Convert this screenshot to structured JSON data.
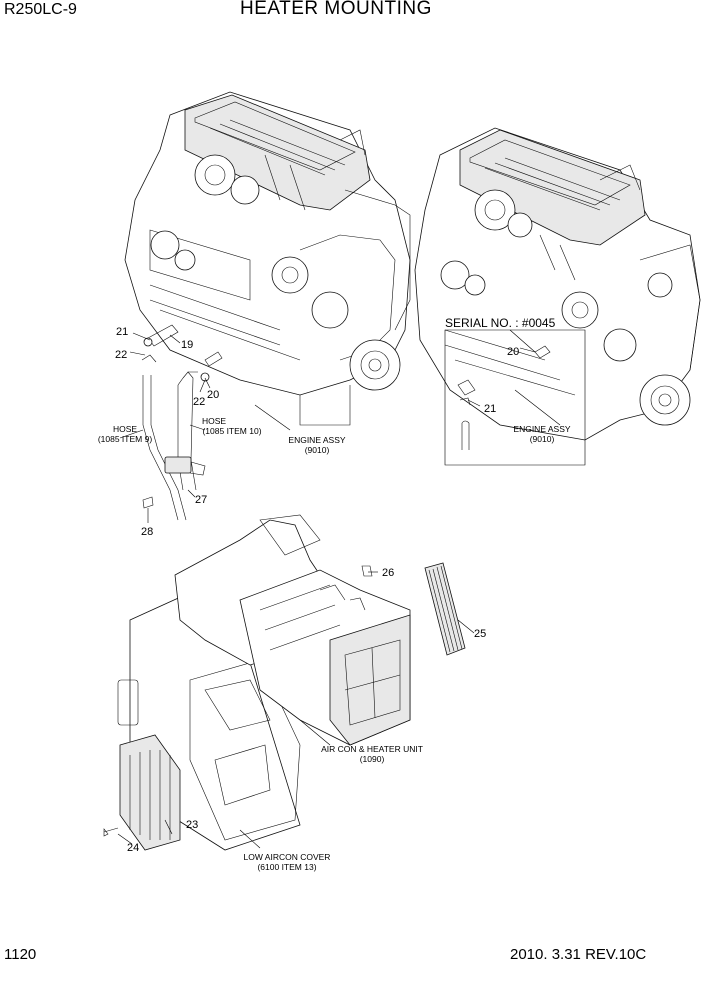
{
  "header": {
    "model": "R250LC-9",
    "title": "HEATER MOUNTING"
  },
  "footer": {
    "page": "1120",
    "date_rev": "2010. 3.31  REV.10C"
  },
  "callouts": {
    "c19": "19",
    "c20a": "20",
    "c20b": "20",
    "c21a": "21",
    "c21b": "21",
    "c22a": "22",
    "c22b": "22",
    "c23": "23",
    "c24": "24",
    "c25": "25",
    "c26": "26",
    "c27": "27",
    "c28": "28"
  },
  "labels": {
    "serial_no": "SERIAL NO. : #0045",
    "hose1_line1": "HOSE",
    "hose1_line2": "(1085 ITEM 9)",
    "hose2_line1": "HOSE",
    "hose2_line2": "(1085 ITEM 10)",
    "engine1_line1": "ENGINE ASSY",
    "engine1_line2": "(9010)",
    "engine2_line1": "ENGINE ASSY",
    "engine2_line2": "(9010)",
    "aircon_line1": "AIR CON & HEATER UNIT",
    "aircon_line2": "(1090)",
    "cover_line1": "LOW AIRCON COVER",
    "cover_line2": "(6100 ITEM 13)"
  }
}
